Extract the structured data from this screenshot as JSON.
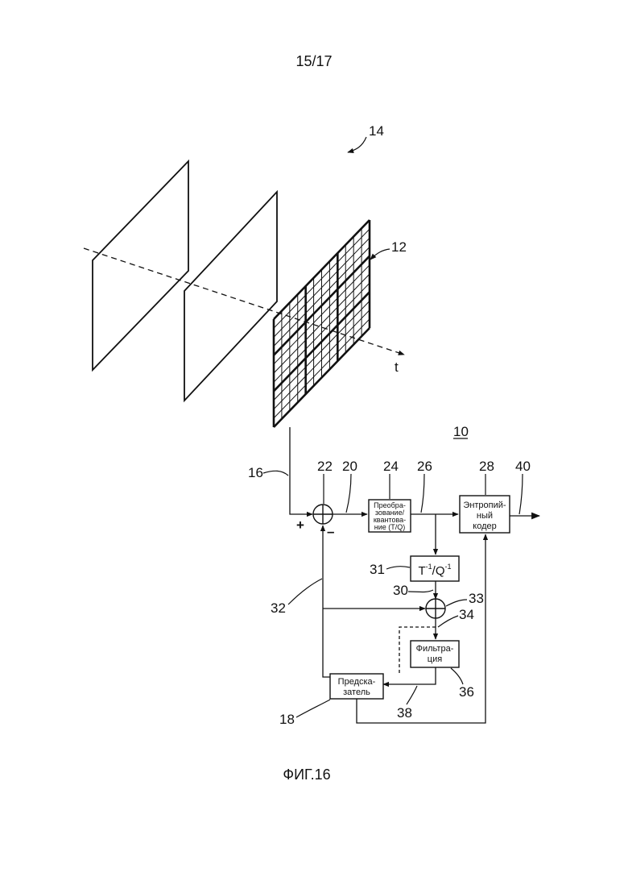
{
  "page": {
    "page_number": "15/17",
    "figure_caption": "ФИГ.16"
  },
  "labels": {
    "ref_14": "14",
    "ref_12": "12",
    "time_axis": "t",
    "ref_10": "10",
    "ref_16": "16",
    "ref_22": "22",
    "ref_20": "20",
    "ref_24": "24",
    "ref_26": "26",
    "ref_28": "28",
    "ref_40": "40",
    "plus_sign": "+",
    "minus_sign": "–",
    "ref_31": "31",
    "ref_30": "30",
    "ref_33": "33",
    "ref_34": "34",
    "ref_32": "32",
    "ref_36": "36",
    "ref_18": "18",
    "ref_38": "38"
  },
  "blocks": {
    "transform": {
      "line1": "Преобра-",
      "line2": "зование/",
      "line3": "квантова-",
      "line4": "ние (T/Q)"
    },
    "entropy": {
      "line1": "Энтропий-",
      "line2": "ный",
      "line3": "кодер"
    },
    "inverse": {
      "base1": "T",
      "sup1": "-1",
      "slash": "/Q",
      "sup2": "-1"
    },
    "filter": {
      "line1": "Фильтра-",
      "line2": "ция"
    },
    "predictor": {
      "line1": "Предска-",
      "line2": "затель"
    }
  }
}
